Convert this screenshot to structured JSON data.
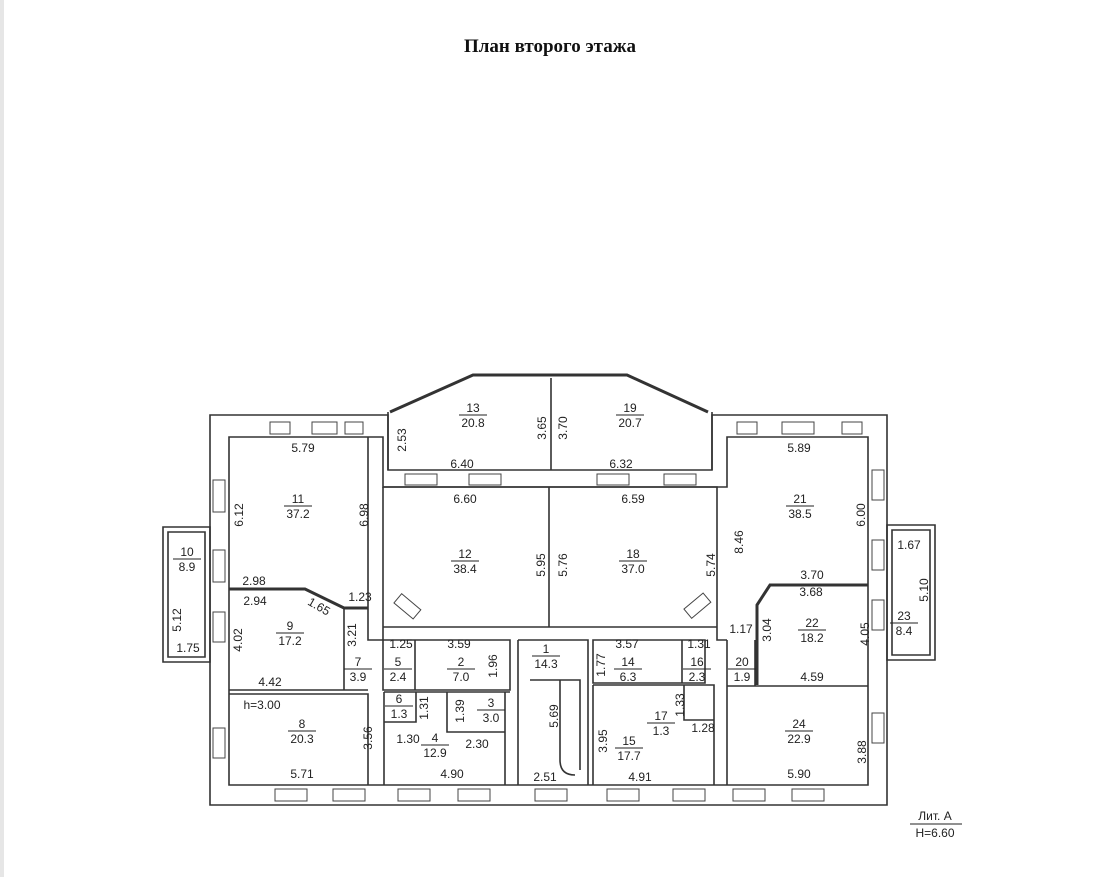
{
  "title": "План второго этажа",
  "legend": {
    "lit": "Лит. А",
    "height": "Н=6.60"
  },
  "rooms": [
    {
      "no": "11",
      "area": "37.2"
    },
    {
      "no": "12",
      "area": "38.4"
    },
    {
      "no": "13",
      "area": "20.8"
    },
    {
      "no": "19",
      "area": "20.7"
    },
    {
      "no": "18",
      "area": "37.0"
    },
    {
      "no": "21",
      "area": "38.5"
    },
    {
      "no": "10",
      "area": "8.9"
    },
    {
      "no": "9",
      "area": "17.2"
    },
    {
      "no": "7",
      "area": "3.9"
    },
    {
      "no": "5",
      "area": "2.4"
    },
    {
      "no": "2",
      "area": "7.0"
    },
    {
      "no": "1",
      "area": "14.3"
    },
    {
      "no": "14",
      "area": "6.3"
    },
    {
      "no": "16",
      "area": "2.3"
    },
    {
      "no": "20",
      "area": "1.9"
    },
    {
      "no": "22",
      "area": "18.2"
    },
    {
      "no": "23",
      "area": "8.4"
    },
    {
      "no": "8",
      "area": "20.3"
    },
    {
      "no": "6",
      "area": "1.3"
    },
    {
      "no": "3",
      "area": "3.0"
    },
    {
      "no": "4",
      "area": "12.9"
    },
    {
      "no": "17",
      "area": "1.3"
    },
    {
      "no": "15",
      "area": "17.7"
    },
    {
      "no": "24",
      "area": "22.9"
    }
  ],
  "dims_h": [
    "5.79",
    "6.40",
    "6.32",
    "6.60",
    "6.59",
    "5.89",
    "2.98",
    "2.94",
    "1.65",
    "1.23",
    "3.70",
    "3.68",
    "1.75",
    "1.67",
    "1.25",
    "3.59",
    "3.57",
    "1.31",
    "1.17",
    "4.42",
    "4.59",
    "h=3.00",
    "1.30",
    "2.30",
    "4.90",
    "2.51",
    "4.91",
    "1.28",
    "5.71",
    "5.90"
  ],
  "dims_v": [
    "2.53",
    "3.65",
    "3.70",
    "6.12",
    "6.98",
    "5.95",
    "5.76",
    "5.74",
    "8.46",
    "6.00",
    "5.12",
    "5.10",
    "4.02",
    "3.21",
    "1.96",
    "1.77",
    "3.04",
    "4.05",
    "1.31",
    "1.39",
    "5.69",
    "3.95",
    "1.33",
    "3.56",
    "3.88"
  ]
}
